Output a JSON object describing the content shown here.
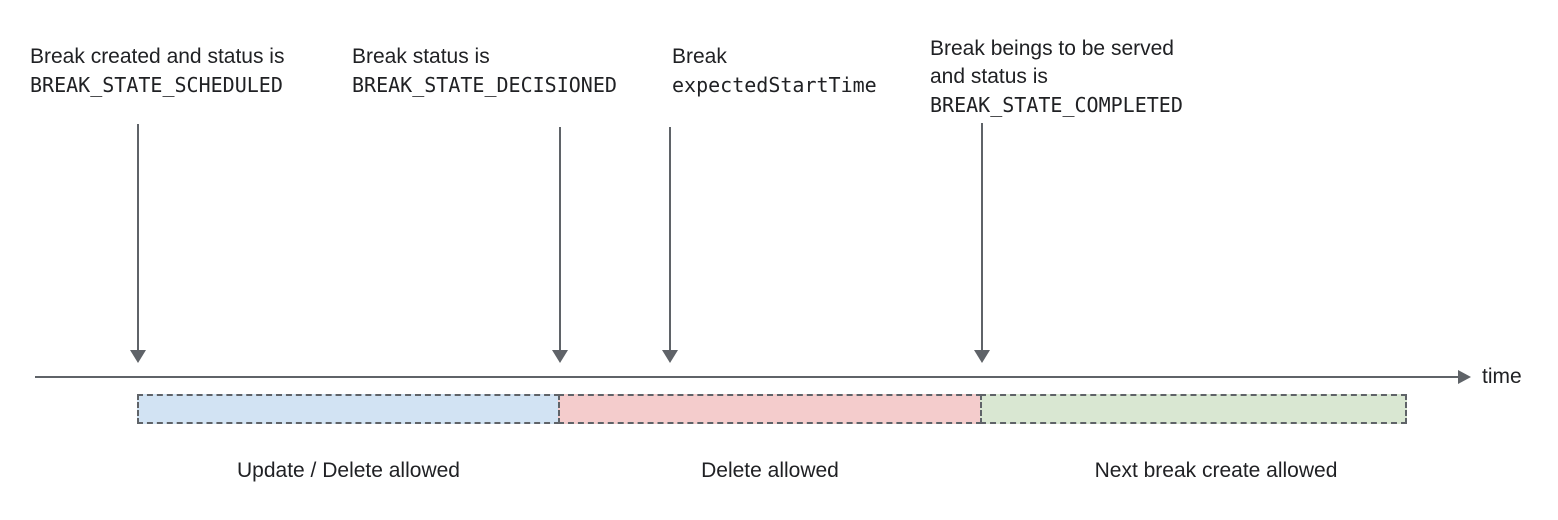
{
  "annotations": [
    {
      "lines": [
        "Break created and status is",
        "BREAK_STATE_SCHEDULED"
      ]
    },
    {
      "lines": [
        "Break status is",
        "BREAK_STATE_DECISIONED"
      ]
    },
    {
      "lines": [
        "Break",
        "expectedStartTime"
      ]
    },
    {
      "lines": [
        "Break beings to be served",
        "and status is",
        "BREAK_STATE_COMPLETED"
      ]
    }
  ],
  "timeline": {
    "axis_label": "time"
  },
  "segments": [
    {
      "label": "Update / Delete allowed",
      "fill": "#d2e3f3"
    },
    {
      "label": "Delete allowed",
      "fill": "#f4cccc"
    },
    {
      "label": "Next break create allowed",
      "fill": "#d9e7d2"
    }
  ],
  "colors": {
    "arrow": "#5f6368",
    "segment_border": "#5f6368",
    "text": "#202124"
  }
}
